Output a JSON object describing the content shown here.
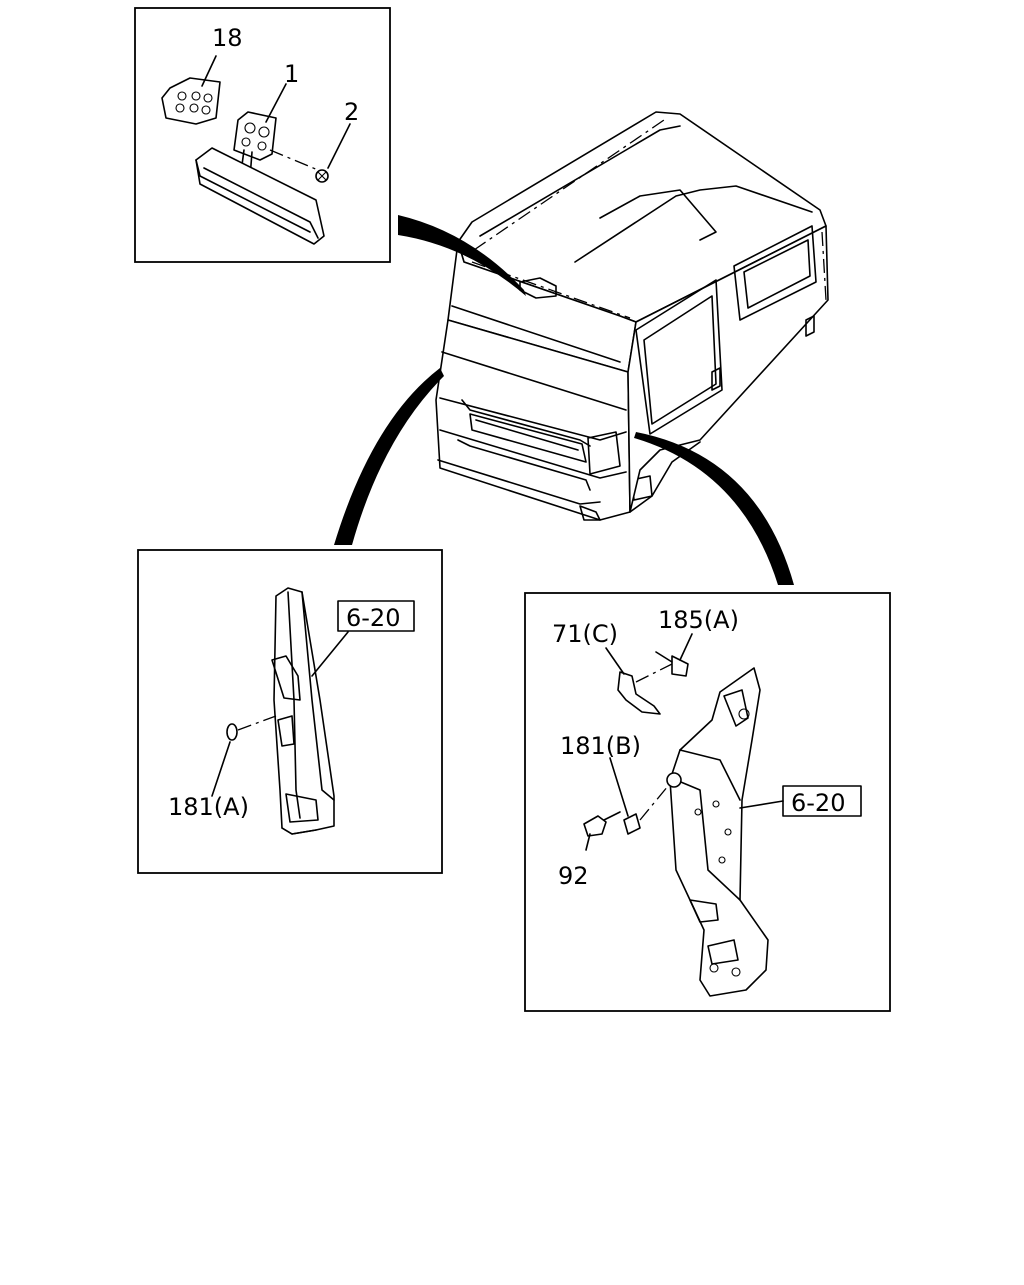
{
  "callouts": {
    "p18": "18",
    "p1": "1",
    "p2": "2",
    "ref_left": "6-20",
    "p181a": "181(A)",
    "p71c": "71(C)",
    "p185a": "185(A)",
    "p181b": "181(B)",
    "ref_right": "6-20",
    "p92": "92"
  }
}
